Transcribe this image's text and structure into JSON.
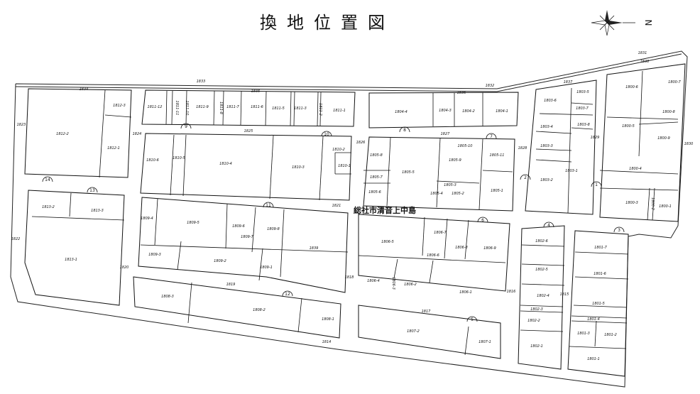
{
  "title": "換地位置図",
  "north_label": "N",
  "road_name": "総社市清音上中島",
  "lots": [
    "1812-3",
    "1812-2",
    "1812-1",
    "1811-12",
    "1811-11",
    "1811-10",
    "1811-9",
    "1811-8",
    "1811-7",
    "1811-6",
    "1811-5",
    "1811-3",
    "1811-2",
    "1811-1",
    "1810-6",
    "1810-5",
    "1810-4",
    "1810-3",
    "1810-2",
    "1810-1",
    "1804-4",
    "1804-3",
    "1804-2",
    "1804-1",
    "1805-8",
    "1805-7",
    "1805-6",
    "1805-5",
    "1805-9",
    "1805-10",
    "1805-11",
    "1805-3",
    "1805-4",
    "1805-2",
    "1805-1",
    "1803-6",
    "1803-5",
    "1803-7",
    "1803-4",
    "1803-8",
    "1803-3",
    "1803-2",
    "1803-1",
    "1800-6",
    "1800-7",
    "1800-8",
    "1800-5",
    "1800-9",
    "1800-4",
    "1800-3",
    "1800-2",
    "1800-1",
    "1813-2",
    "1813-3",
    "1813-1",
    "1809-4",
    "1809-5",
    "1809-6",
    "1809-7",
    "1809-8",
    "1809-3",
    "1809-2",
    "1809-1",
    "1839",
    "1808-3",
    "1808-2",
    "1808-1",
    "1806-5",
    "1806-7",
    "1806-6",
    "1806-8",
    "1806-9",
    "1806-4",
    "1806-3",
    "1806-2",
    "1806-1",
    "1807-2",
    "1807-1",
    "1802-6",
    "1802-5",
    "1802-4",
    "1802-3",
    "1802-2",
    "1802-1",
    "1801-7",
    "1801-6",
    "1801-5",
    "1801-4",
    "1801-3",
    "1801-2",
    "1801-1"
  ],
  "roads": [
    "1833",
    "1834",
    "1835",
    "1836",
    "1832",
    "1837",
    "1831",
    "1838",
    "1830",
    "1823",
    "1824",
    "1825",
    "1826",
    "1827",
    "1828",
    "1829",
    "1821",
    "1822",
    "1820",
    "1819",
    "1818",
    "1817",
    "1816",
    "1815",
    "1814"
  ],
  "circled": [
    "14",
    "13",
    "11",
    "12",
    "10",
    "9",
    "8",
    "7",
    "6",
    "5",
    "4",
    "3",
    "2",
    "1"
  ]
}
